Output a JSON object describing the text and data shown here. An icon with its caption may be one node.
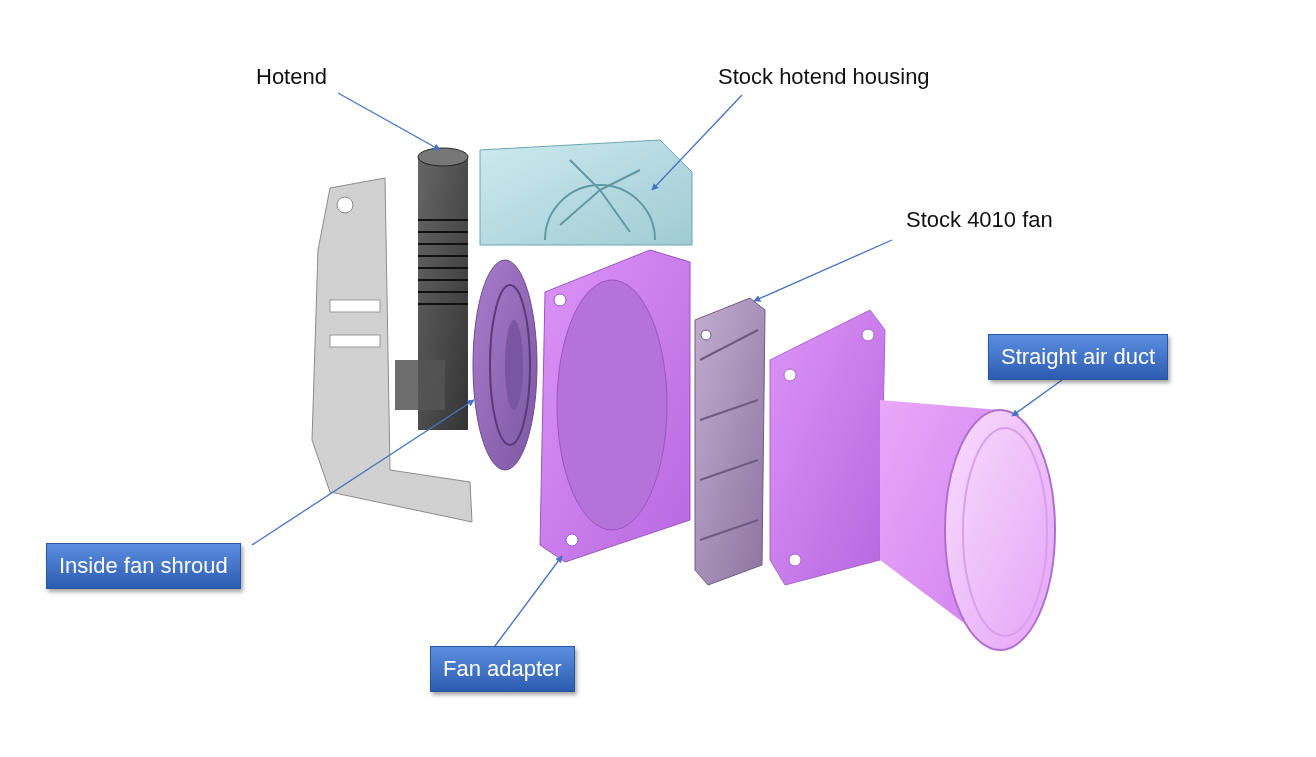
{
  "diagram": {
    "nodes": [
      {
        "text": [
          "Hotend"
        ]
      },
      {
        "text": [
          "Stock hotend housing"
        ]
      },
      {
        "text": [
          "Stock 4010 fan"
        ]
      },
      {
        "text": [
          "Straight air duct"
        ]
      },
      {
        "text": [
          "Inside fan shroud"
        ]
      },
      {
        "text": [
          "Fan adapter"
        ]
      },
      {
        "text": [],
        "shape": "picture"
      },
      {
        "text": [],
        "shape": "picture"
      },
      {
        "text": [],
        "shape": "picture"
      },
      {
        "text": [],
        "shape": "picture"
      },
      {
        "text": [],
        "shape": "picture"
      },
      {
        "text": [],
        "shape": "picture"
      }
    ],
    "edges": [
      {
        "from": 0,
        "to": 6,
        "arrow": "to"
      },
      {
        "from": 1,
        "to": 7,
        "arrow": "to"
      },
      {
        "from": 2,
        "to": 8,
        "arrow": "to"
      },
      {
        "from": 3,
        "to": 9,
        "arrow": "to"
      },
      {
        "from": 4,
        "to": 10,
        "arrow": "to"
      },
      {
        "from": 5,
        "to": 11,
        "arrow": "to"
      }
    ]
  }
}
